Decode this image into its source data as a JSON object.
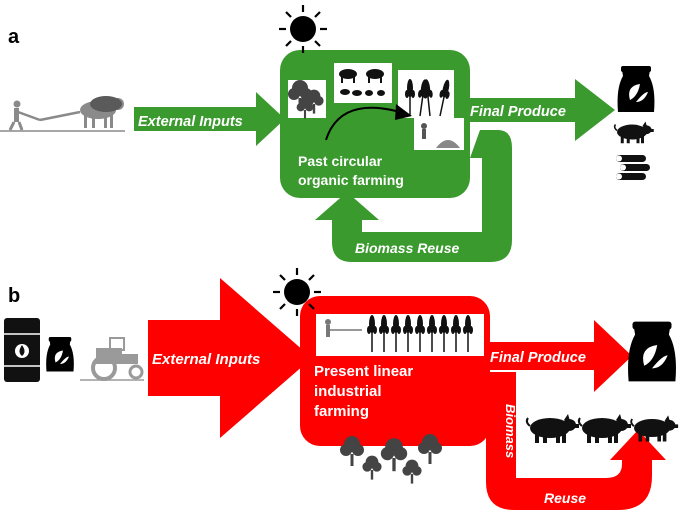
{
  "panel_a": {
    "letter": "a",
    "external_inputs": "External Inputs",
    "final_produce": "Final Produce",
    "center_line1": "Past circular",
    "center_line2": "organic farming",
    "biomass_reuse": "Biomass Reuse",
    "colors": {
      "flow": "#3a9a2e"
    },
    "icons": [
      "sun-icon",
      "plough-oxen-icon",
      "trees-icon",
      "livestock-icon",
      "wheat-icon",
      "farmer-compost-icon",
      "cycle-arrow-icon",
      "fertilizer-bag-icon",
      "pig-icon",
      "logs-icon"
    ]
  },
  "panel_b": {
    "letter": "b",
    "external_inputs": "External Inputs",
    "final_produce": "Final Produce",
    "center_line1": "Present linear",
    "center_line2": "industrial",
    "center_line3": "farming",
    "biomass": "Biomass",
    "reuse": "Reuse",
    "colors": {
      "flow": "#ff0000"
    },
    "icons": [
      "sun-icon",
      "oil-barrel-icon",
      "fertilizer-bag-icon",
      "tractor-icon",
      "sprayer-field-icon",
      "trees-icon",
      "pig-icon"
    ]
  }
}
